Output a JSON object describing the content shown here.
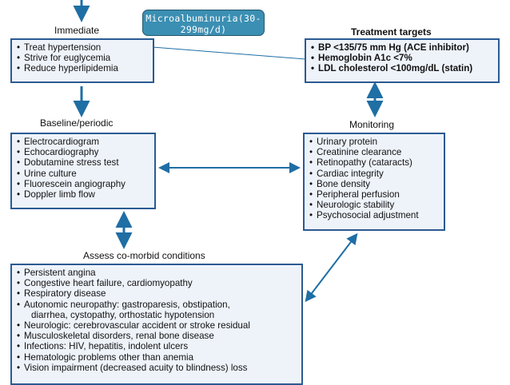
{
  "tag": {
    "text": "Microalbuminuria(30-299mg/d)"
  },
  "headers": {
    "immediate": "Immediate",
    "treatment_targets": "Treatment targets",
    "baseline": "Baseline/periodic",
    "monitoring": "Monitoring",
    "comorbid": "Assess co-morbid conditions"
  },
  "boxes": {
    "immediate": [
      "Treat hypertension",
      "Strive for euglycemia",
      "Reduce hyperlipidemia"
    ],
    "treatment_targets": [
      "BP <135/75 mm Hg (ACE inhibitor)",
      "Hemoglobin A1c <7%",
      "LDL cholesterol <100mg/dL (statin)"
    ],
    "baseline": [
      "Electrocardiogram",
      "Echocardiography",
      "Dobutamine stress test",
      "Urine culture",
      "Fluorescein angiography",
      "Doppler limb flow"
    ],
    "monitoring": [
      "Urinary protein",
      "Creatinine clearance",
      "Retinopathy (cataracts)",
      "Cardiac integrity",
      "Bone density",
      "Peripheral perfusion",
      "Neurologic stability",
      "Psychosocial adjustment"
    ],
    "comorbid": [
      "Persistent angina",
      "Congestive heart failure, cardiomyopathy",
      "Respiratory disease",
      "Autonomic neuropathy: gastroparesis, obstipation,",
      "diarrhea, cystopathy, orthostatic hypotension",
      "Neurologic: cerebrovascular accident or stroke residual",
      "Musculoskeletal disorders, renal bone disease",
      "Infections: HIV, hepatitis, indolent ulcers",
      "Hematologic problems other than anemia",
      "Vision impairment (decreased acuity to blindness) loss"
    ]
  },
  "colors": {
    "arrow": "#1f6ea4",
    "box_border": "#2b5a93",
    "box_fill": "#eef3fa",
    "tag_fill": "#3b8fb3"
  }
}
